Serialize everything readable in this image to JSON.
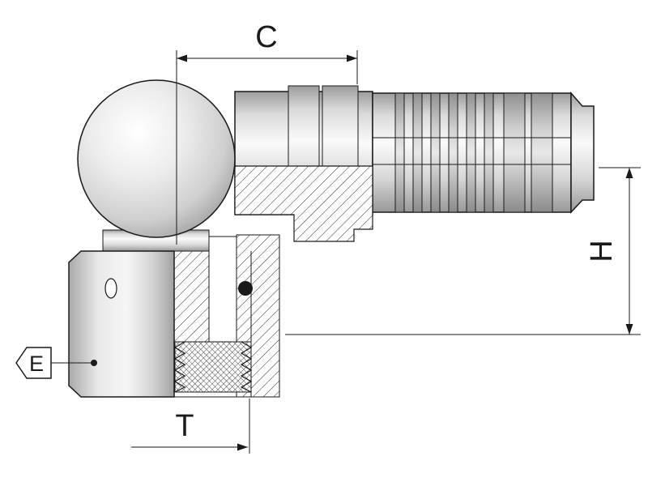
{
  "drawing": {
    "labels": {
      "dim_c": "C",
      "dim_h": "H",
      "dim_t": "T",
      "flag_e": "E"
    },
    "colors": {
      "line": "#1a1a1a",
      "background": "#ffffff",
      "metal_light": "#fbfbfb",
      "metal_dark": "#9c9c9c"
    }
  }
}
